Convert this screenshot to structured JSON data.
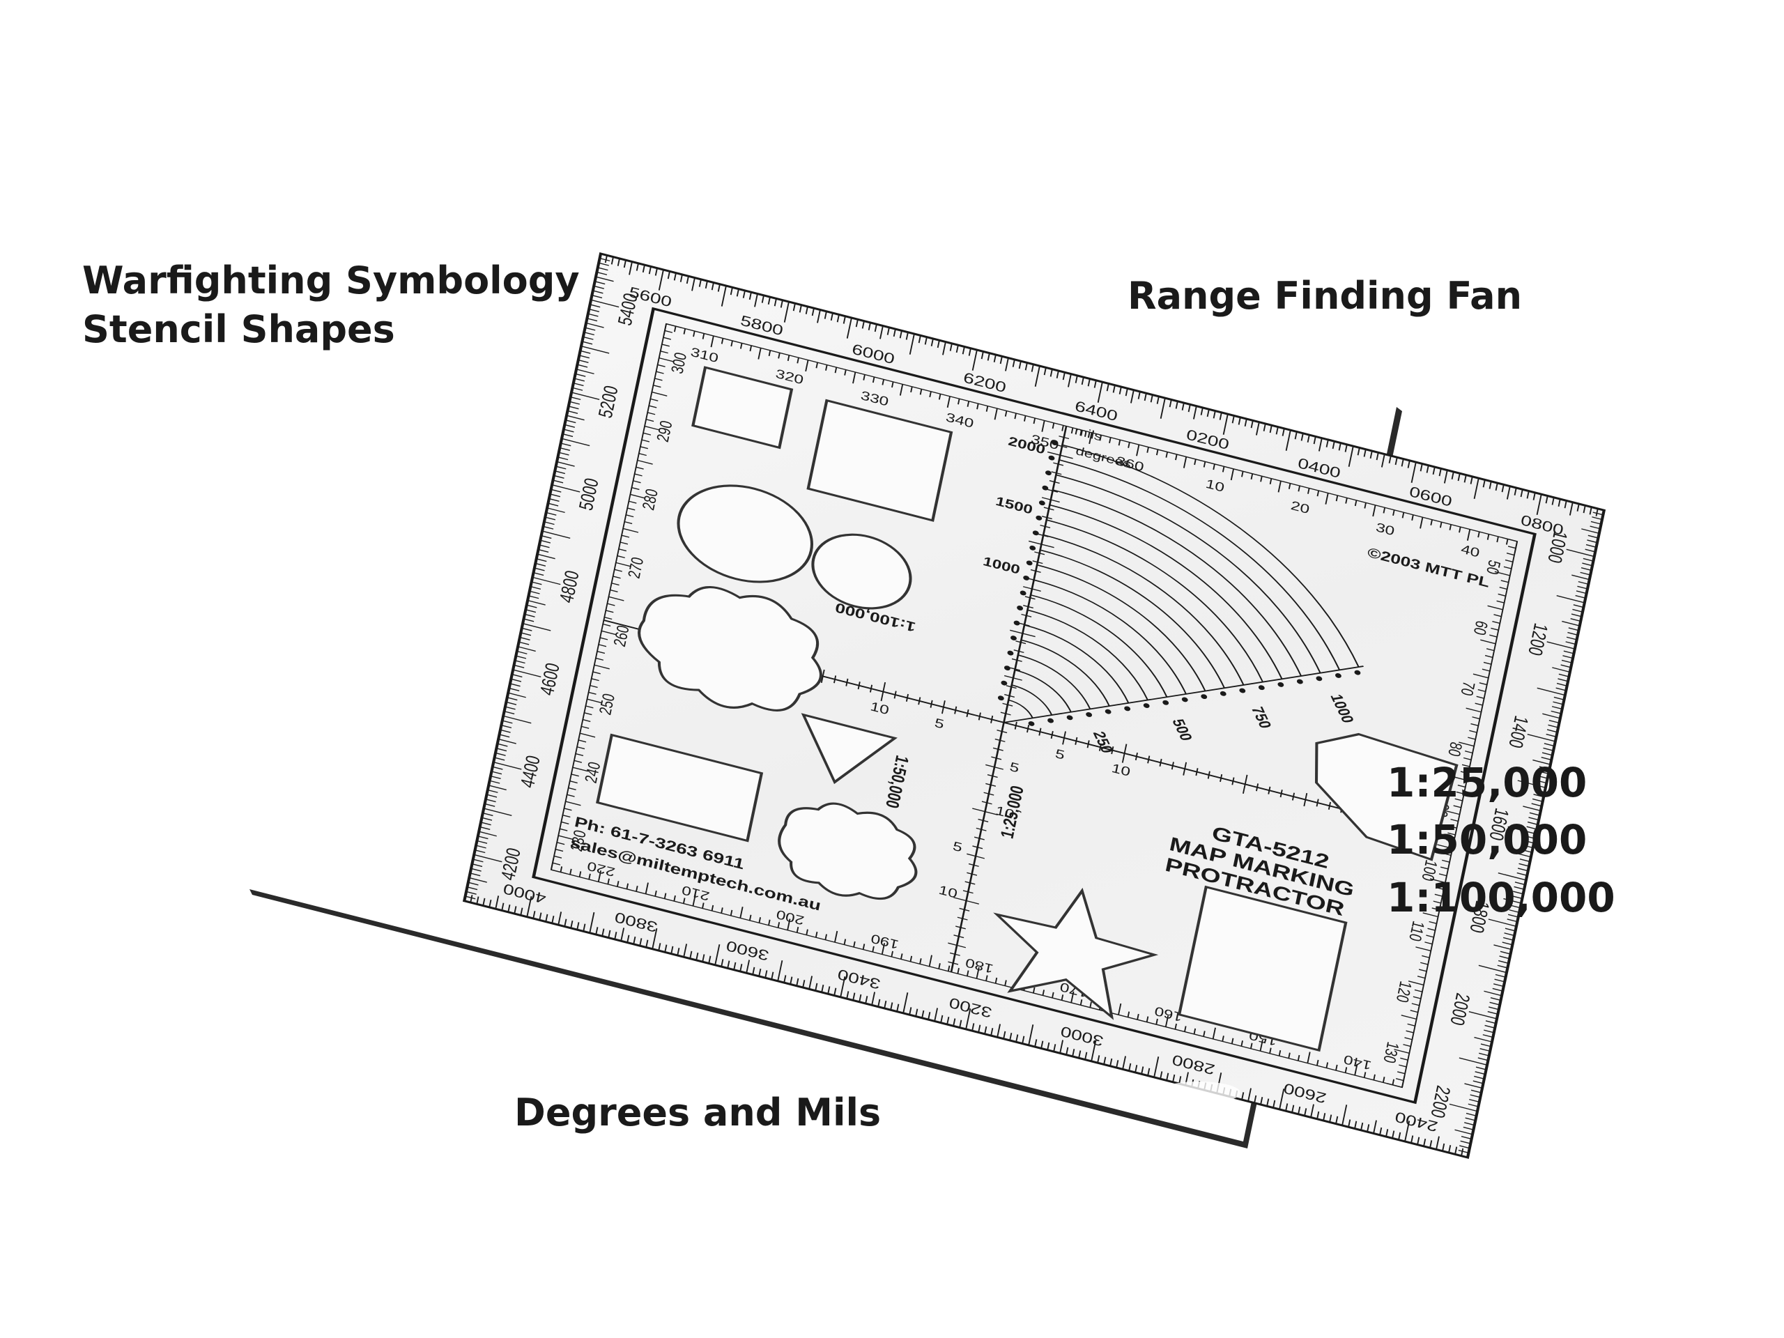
{
  "callouts": {
    "symbology": [
      "Warfighting Symbology",
      "Stencil Shapes"
    ],
    "fan": "Range Finding Fan",
    "scales": [
      "1:25,000",
      "1:50,000",
      "1:100,000"
    ],
    "degrees_mils": "Degrees and Mils"
  },
  "protractor": {
    "model": "GTA-5212",
    "name_line1": "MAP MARKING",
    "name_line2": "PROTRACTOR",
    "copyright": "©2003 MTT PL",
    "phone": "Ph: 61-7-3263 6911",
    "email": "sales@miltemptech.com.au",
    "scale_25k": "1:25,000",
    "scale_50k": "1:50,000",
    "scale_100k": "1:100,000",
    "label_mils": "mils",
    "label_degrees": "degrees",
    "fan_labels": [
      "250",
      "500",
      "750",
      "1000"
    ],
    "fan_left_labels": [
      "2000",
      "1500",
      "1000"
    ],
    "mils_top": [
      "5600",
      "5800",
      "6000",
      "6200",
      "6400",
      "0200",
      "0400",
      "0600",
      "0800"
    ],
    "mils_right": [
      "1000",
      "1200",
      "1400",
      "1600",
      "1800",
      "2000",
      "2200"
    ],
    "mils_bottom": [
      "2400",
      "2600",
      "2800",
      "3000",
      "3200",
      "3400",
      "3600",
      "3800",
      "4000"
    ],
    "mils_left": [
      "4200",
      "4400",
      "4600",
      "4800",
      "5000",
      "5200",
      "5400"
    ],
    "deg_top": [
      "310",
      "320",
      "330",
      "340",
      "350",
      "360",
      "10",
      "20",
      "30",
      "40"
    ],
    "deg_right": [
      "50",
      "60",
      "70",
      "80",
      "90",
      "100",
      "110",
      "120",
      "130"
    ],
    "deg_bottom": [
      "140",
      "150",
      "160",
      "170",
      "180",
      "190",
      "200",
      "210",
      "220"
    ],
    "deg_left": [
      "230",
      "240",
      "250",
      "260",
      "270",
      "280",
      "290",
      "300"
    ],
    "axis_h": [
      "10",
      "5",
      "5",
      "10"
    ],
    "axis_v": [
      "5",
      "10",
      "5",
      "10"
    ]
  }
}
